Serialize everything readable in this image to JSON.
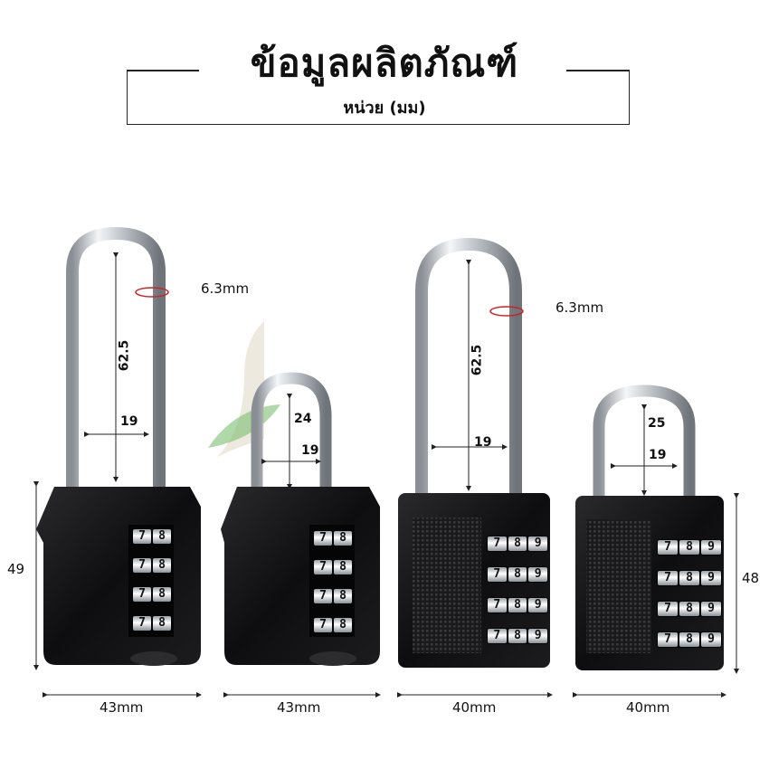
{
  "header": {
    "title": "ข้อมูลผลิตภัณฑ์",
    "subtitle": "หน่วย (มม)"
  },
  "colors": {
    "body": "#111111",
    "shackle": "#cfd3d8",
    "accent_arrow": "#cc2222",
    "watermark_green": "#5fae5a"
  },
  "locks": [
    {
      "shackle_height": "62.5",
      "shackle_width": "19",
      "diameter": "6.3mm",
      "body_width": "43mm",
      "body_height": "49",
      "digits": [
        "7",
        "8"
      ]
    },
    {
      "shackle_height": "24",
      "shackle_width": "19",
      "body_width": "43mm",
      "digits": [
        "7",
        "8"
      ]
    },
    {
      "shackle_height": "62.5",
      "shackle_width": "19",
      "diameter": "6.3mm",
      "body_width": "40mm",
      "digits": [
        "7",
        "8",
        "9"
      ]
    },
    {
      "shackle_height": "25",
      "shackle_width": "19",
      "body_width": "40mm",
      "body_height": "48",
      "digits": [
        "7",
        "8",
        "9"
      ]
    }
  ]
}
